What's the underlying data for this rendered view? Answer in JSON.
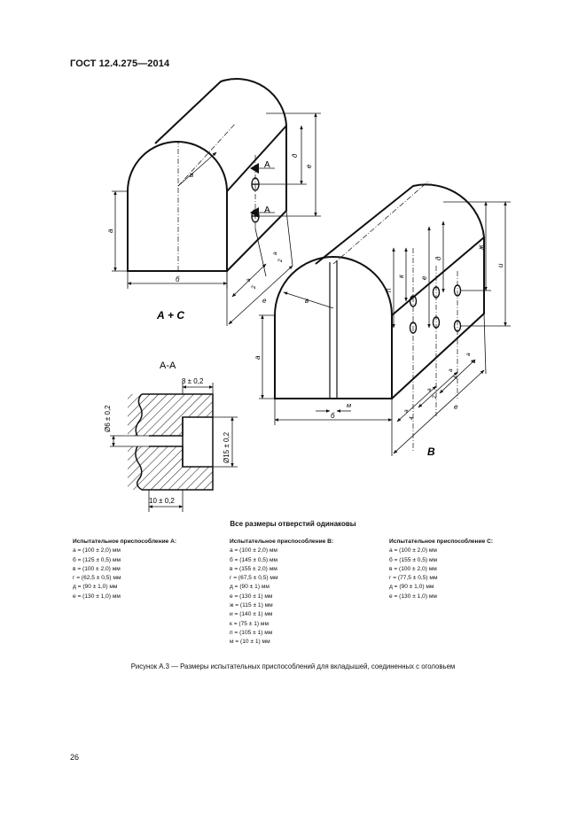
{
  "header": {
    "standard": "ГОСТ 12.4.275—2014"
  },
  "figure": {
    "label_ac": "А + С",
    "label_b": "В",
    "section_title": "А-А",
    "section_arrow": "А",
    "dims_section": {
      "top": "8 ± 0,2",
      "left": "Ø6 ± 0,2",
      "right": "Ø15 ± 0,2",
      "bottom": "10 ± 0,2"
    },
    "letters": {
      "a": "а",
      "b": "б",
      "v": "в",
      "g": "г",
      "d": "д",
      "e": "е",
      "zh": "ж",
      "i": "и",
      "k": "к",
      "p": "п",
      "m": "м"
    },
    "frac": {
      "half": "2",
      "quarter": "4"
    }
  },
  "note": "Все размеры отверстий одинаковы",
  "columns": [
    {
      "title": "Испытательное приспособление А:",
      "items": [
        "а = (100 ± 2,0) мм",
        "б = (125 ± 0,5) мм",
        "в = (100 ± 2,0) мм",
        "г = (62,5 ± 0,5) мм",
        "д = (90 ± 1,0) мм",
        "е = (130 ± 1,0) мм"
      ]
    },
    {
      "title": "Испытательное приспособление В:",
      "items": [
        "а = (100 ± 2,0) мм",
        "б = (145 ± 0,5) мм",
        "в = (155 ± 2,0) мм",
        "г = (67,5 ± 0,5) мм",
        "д = (90 ± 1) мм",
        "е = (130 ± 1) мм",
        "ж = (115 ± 1) мм",
        "и = (140 ± 1) мм",
        "к = (75 ± 1) мм",
        "п = (105 ± 1) мм",
        "м = (10 ± 1) мм"
      ]
    },
    {
      "title": "Испытательное приспособление С:",
      "items": [
        "а = (100 ± 2,0) мм",
        "б = (155 ± 0,5) мм",
        "в = (100 ± 2,0) мм",
        "г = (77,5 ± 0,5) мм",
        "д = (90 ± 1,0) мм",
        "е = (130 ± 1,0) мм"
      ]
    }
  ],
  "caption": "Рисунок А.3 — Размеры испытательных приспособлений для вкладышей, соединенных с оголовьем",
  "page_number": "26"
}
